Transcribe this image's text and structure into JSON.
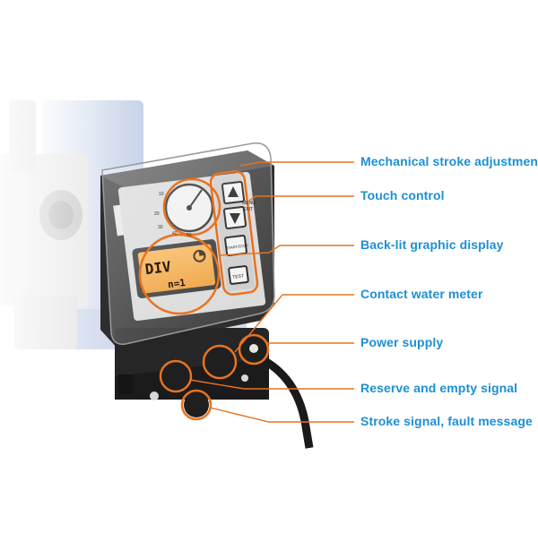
{
  "colors": {
    "accent": "#e8731f",
    "label": "#1e8fd2",
    "lcd": "#f5a743",
    "pump_body": "#dfe7f4",
    "housing": "#2b2b2b"
  },
  "callouts": [
    {
      "label": "Mechanical stroke adjustment"
    },
    {
      "label": "Touch control"
    },
    {
      "label": "Back-lit graphic display"
    },
    {
      "label": "Contact water meter"
    },
    {
      "label": "Power supply"
    },
    {
      "label": "Reserve and empty signal"
    },
    {
      "label": "Stroke signal, fault message"
    }
  ],
  "device": {
    "display": {
      "line1": "DIV",
      "line2": "n=1"
    },
    "dial_marks": [
      "10",
      "20",
      "30",
      "40",
      "50"
    ],
    "key_labels": {
      "menu": "MENU",
      "exit": "EXIT",
      "start_stop": "START/STOP",
      "test": "TEST"
    },
    "icons": [
      "up-arrow-icon",
      "down-arrow-icon"
    ]
  }
}
